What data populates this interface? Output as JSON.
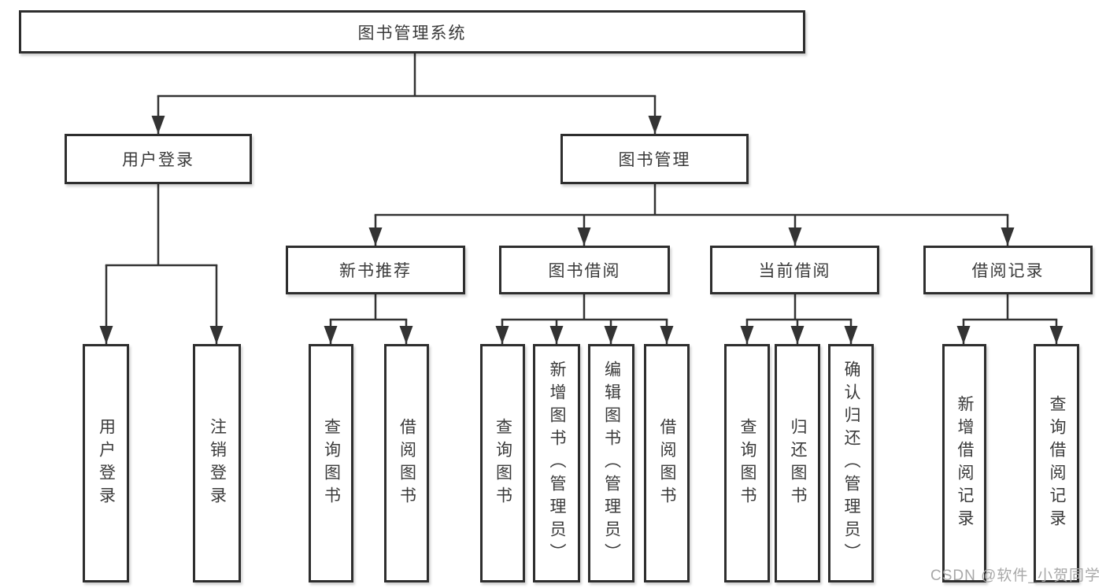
{
  "diagram": {
    "root": {
      "label": "图书管理系统"
    },
    "branches": [
      {
        "label": "用户登录",
        "leaves": [
          {
            "label": "用户登录"
          },
          {
            "label": "注销登录"
          }
        ]
      },
      {
        "label": "图书管理",
        "groups": [
          {
            "label": "新书推荐",
            "leaves": [
              {
                "label": "查询图书"
              },
              {
                "label": "借阅图书"
              }
            ]
          },
          {
            "label": "图书借阅",
            "leaves": [
              {
                "label": "查询图书"
              },
              {
                "label": "新增图书（管理员）"
              },
              {
                "label": "编辑图书（管理员）"
              },
              {
                "label": "借阅图书"
              }
            ]
          },
          {
            "label": "当前借阅",
            "leaves": [
              {
                "label": "查询图书"
              },
              {
                "label": "归还图书"
              },
              {
                "label": "确认归还（管理员）"
              }
            ]
          },
          {
            "label": "借阅记录",
            "leaves": [
              {
                "label": "新增借阅记录"
              },
              {
                "label": "查询借阅记录"
              }
            ]
          }
        ]
      }
    ]
  },
  "watermark": {
    "text": "CSDN @软件_小贺同学"
  },
  "colors": {
    "line": "#333333",
    "box_border": "#2e2e2e",
    "text": "#3a3a3a",
    "watermark": "#a8a8a8",
    "background": "#ffffff"
  }
}
